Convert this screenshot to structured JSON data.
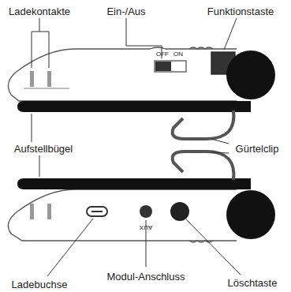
{
  "diagram": {
    "labels": [
      "Ladekontakte",
      "Ein-/Aus",
      "Funktionstaste",
      "OFF",
      "ON",
      "Aufstellbügel",
      "Gürtelclip",
      "Ladebuchse",
      "Modul-Anschluss",
      "Löschtaste",
      "AUX"
    ]
  }
}
